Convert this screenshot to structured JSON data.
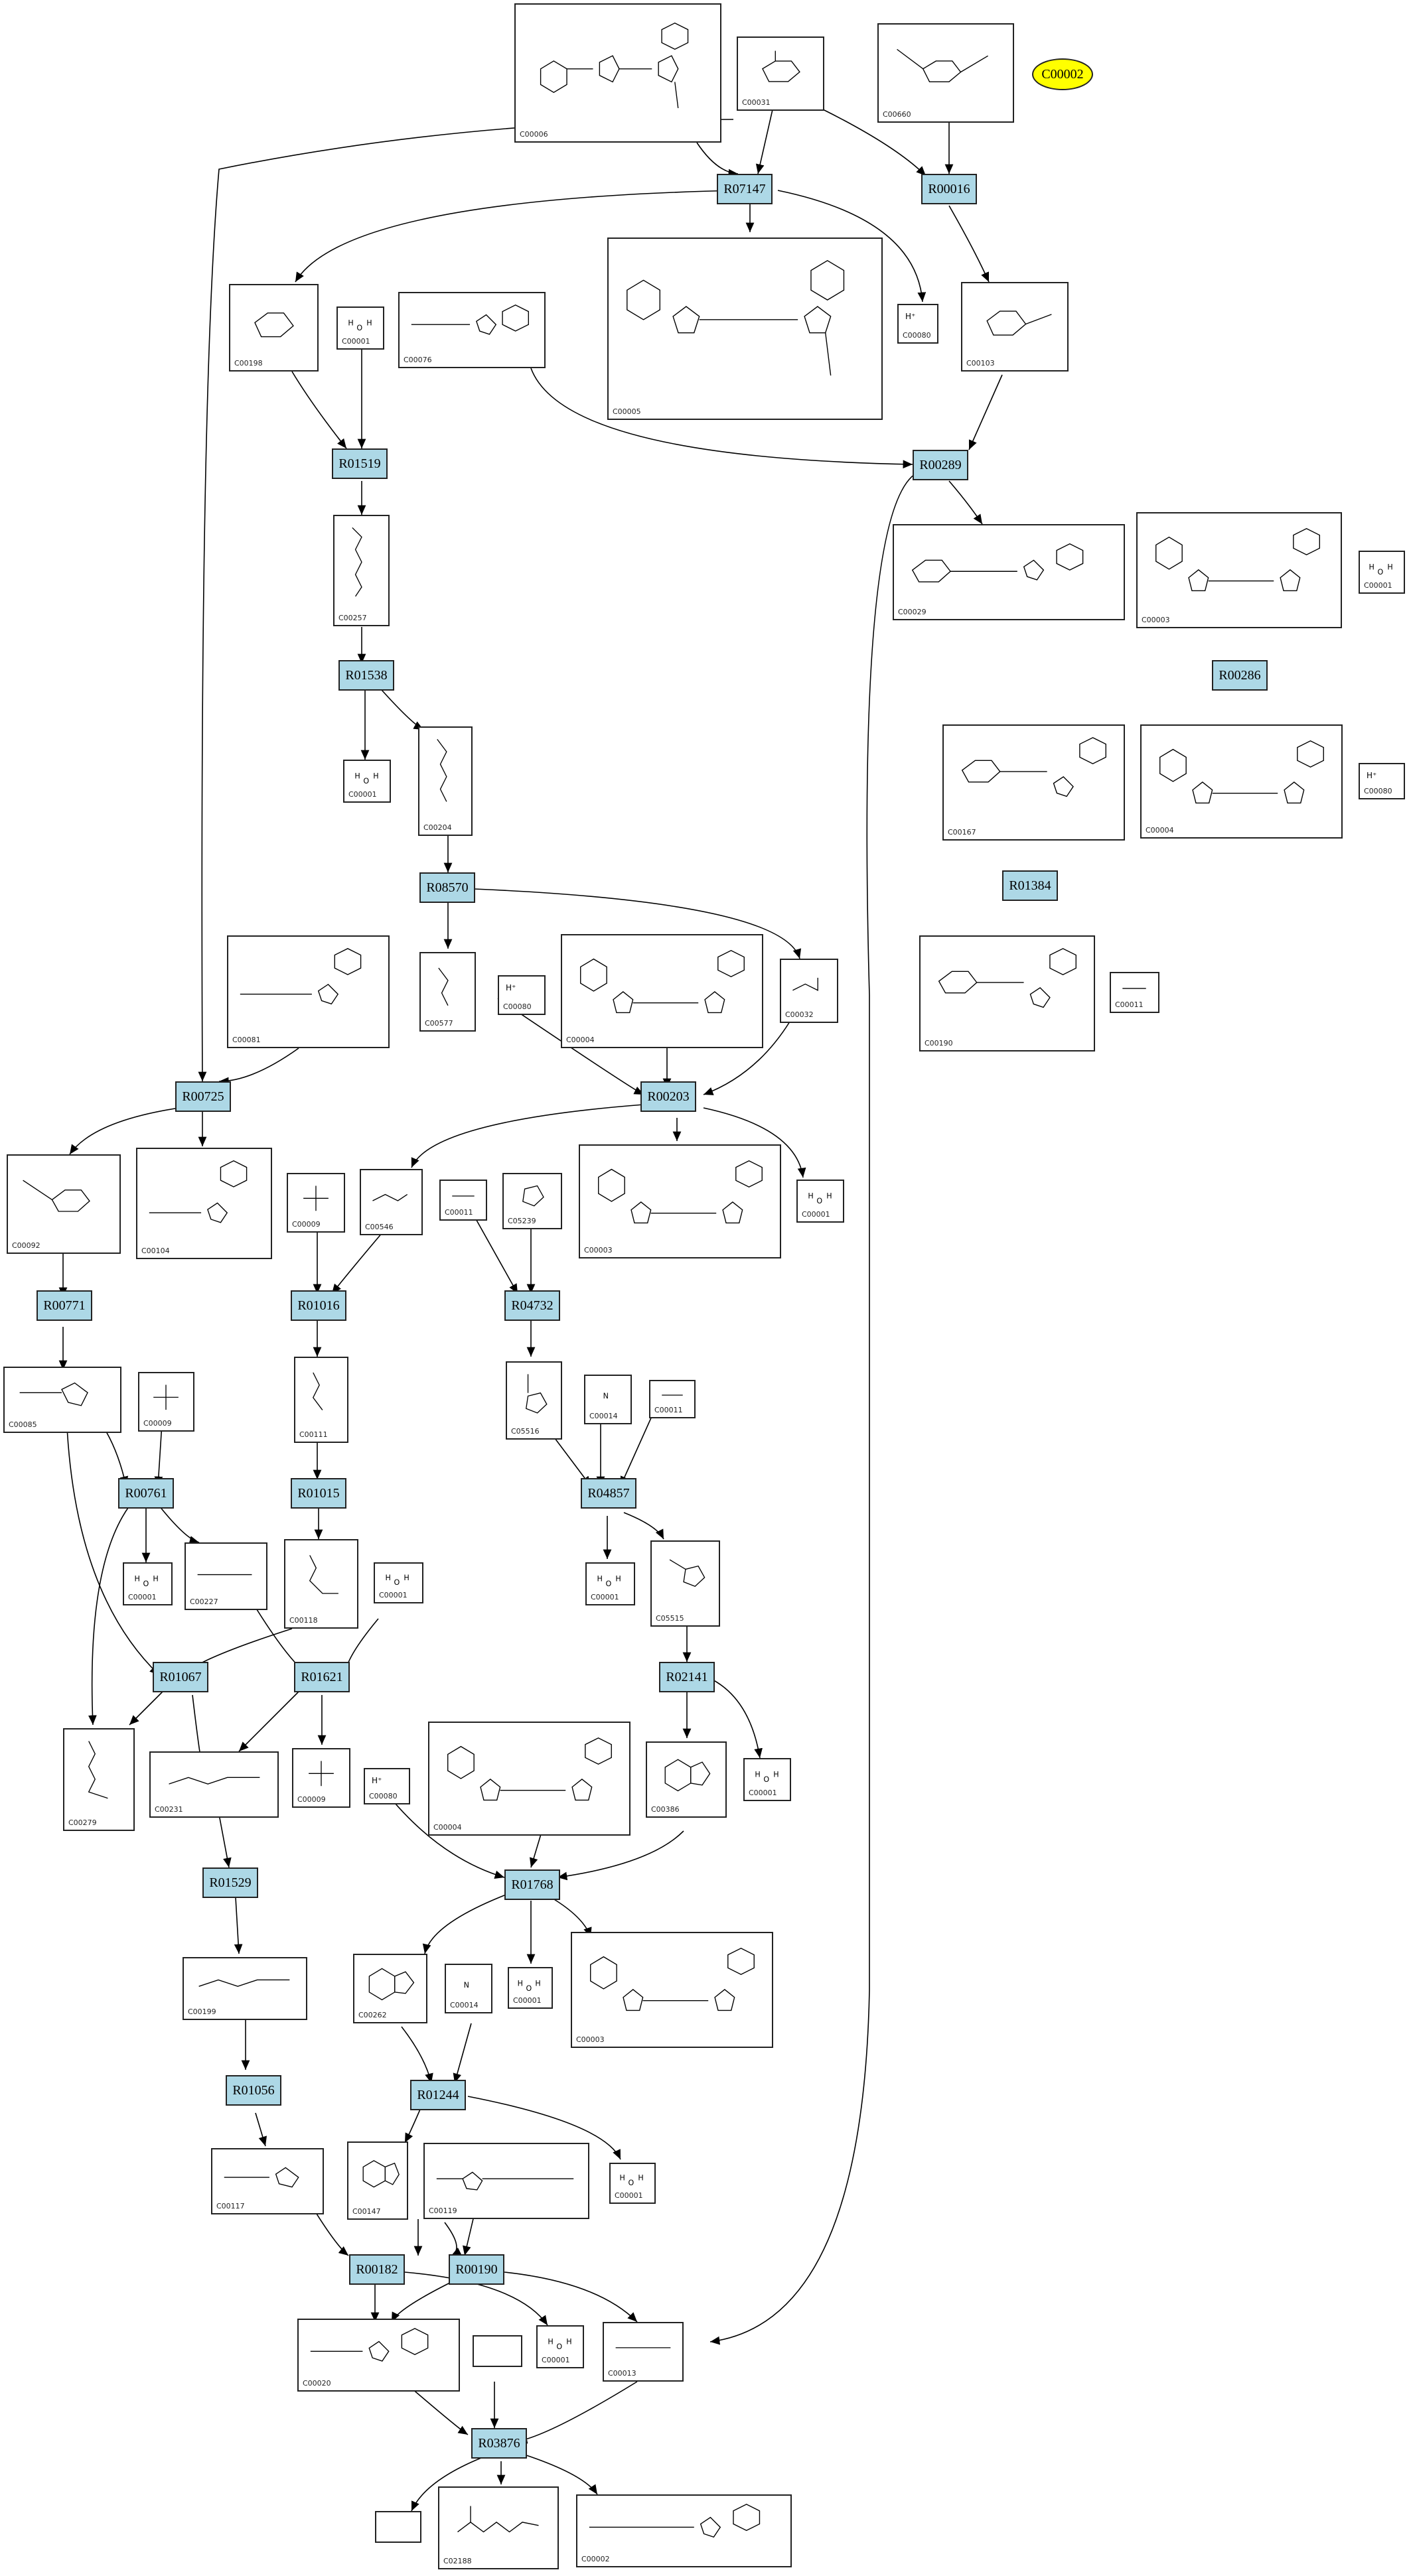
{
  "legend": {
    "compound": "C00002",
    "color": "#ffff00"
  },
  "reaction_color": "#add8e6",
  "reactions": [
    "R07147",
    "R00016",
    "R01519",
    "R00289",
    "R00286",
    "R01538",
    "R01384",
    "R08570",
    "R00725",
    "R00203",
    "R00771",
    "R01016",
    "R04732",
    "R01015",
    "R00761",
    "R04857",
    "R01067",
    "R01621",
    "R02141",
    "R01529",
    "R01768",
    "R01056",
    "R01244",
    "R00182",
    "R00190",
    "R03876"
  ],
  "compounds": {
    "C00006": "C00006",
    "C00031": "C00031",
    "C00660": "C00660",
    "C00198": "C00198",
    "C00001": "C00001",
    "C00076": "C00076",
    "C00005": "C00005",
    "C00080": "C00080",
    "C00103": "C00103",
    "C00257": "C00257",
    "C00029": "C00029",
    "C00003": "C00003",
    "C00204": "C00204",
    "C00167": "C00167",
    "C00004": "C00004",
    "C00577": "C00577",
    "C00081": "C00081",
    "C00032": "C00032",
    "C00190": "C00190",
    "C00011": "C00011",
    "C00092": "C00092",
    "C00104": "C00104",
    "C00009": "C00009",
    "C00546": "C00546",
    "C05239": "C05239",
    "C00085": "C00085",
    "C00111": "C00111",
    "C05516": "C05516",
    "C00014": "C00014",
    "C00227": "C00227",
    "C00118": "C00118",
    "C05515": "C05515",
    "C00279": "C00279",
    "C00231": "C00231",
    "C00386": "C00386",
    "C00199": "C00199",
    "C00262": "C00262",
    "C00117": "C00117",
    "C00147": "C00147",
    "C00119": "C00119",
    "C00020": "C00020",
    "C00013": "C00013",
    "C02188": "C02188",
    "C00002": "C00002"
  },
  "labels": {
    "h_plus": "H⁺"
  }
}
